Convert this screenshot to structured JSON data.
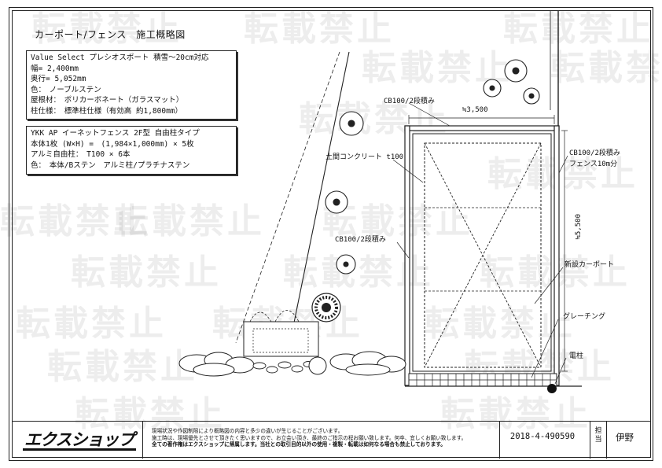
{
  "title": "カーポート/フェンス　施工概略図",
  "spec_carport": [
    "Value Select プレシオスポート 積雪～20cm対応",
    "幅= 2,400mm",
    "奥行= 5,052mm",
    "色：　ノーブルステン",
    "屋根材：　ポリカーボネート（ガラスマット）",
    "柱仕様：　標準柱仕様（有効高 約1,800mm）"
  ],
  "spec_fence": [
    "YKK AP イーネットフェンス 2F型 自由柱タイプ",
    "本体1枚 (W×H) =　(1,984×1,000mm) × 5枚",
    "アルミ自由柱：　T100 × 6本",
    "色：　本体/Bステン　アルミ柱/プラチナステン"
  ],
  "annotations": {
    "cb_top": "CB100/2段積み",
    "width_dim": "≒3,500",
    "cb_right": "CB100/2段積み",
    "fence_right": "フェンス10m分",
    "concrete": "土間コンクリート t100",
    "depth_dim": "≒5,500",
    "cb_left": "CB100/2段積み",
    "carport": "新設カーポート",
    "grating": "グレーチング",
    "pole": "電柱"
  },
  "watermark": "転載禁止",
  "footer": {
    "logo": "エクスショップ",
    "notes": [
      "現場状況や作図制限により概略図の内容と多少の違いが生じることがございます。",
      "施工時は、現場優先とさせて頂きたく思いますので、お立会い頂き、最終のご指示の程お願い致します。何卒、宜しくお願い致します。",
      "全ての著作権はエクスショップに帰属します。当社との取引目的以外の使用・複製・転載は如何なる場合も禁止しております。"
    ],
    "drawing_no": "2018-4-490590",
    "tanto_label": "担当",
    "person": "伊野"
  }
}
